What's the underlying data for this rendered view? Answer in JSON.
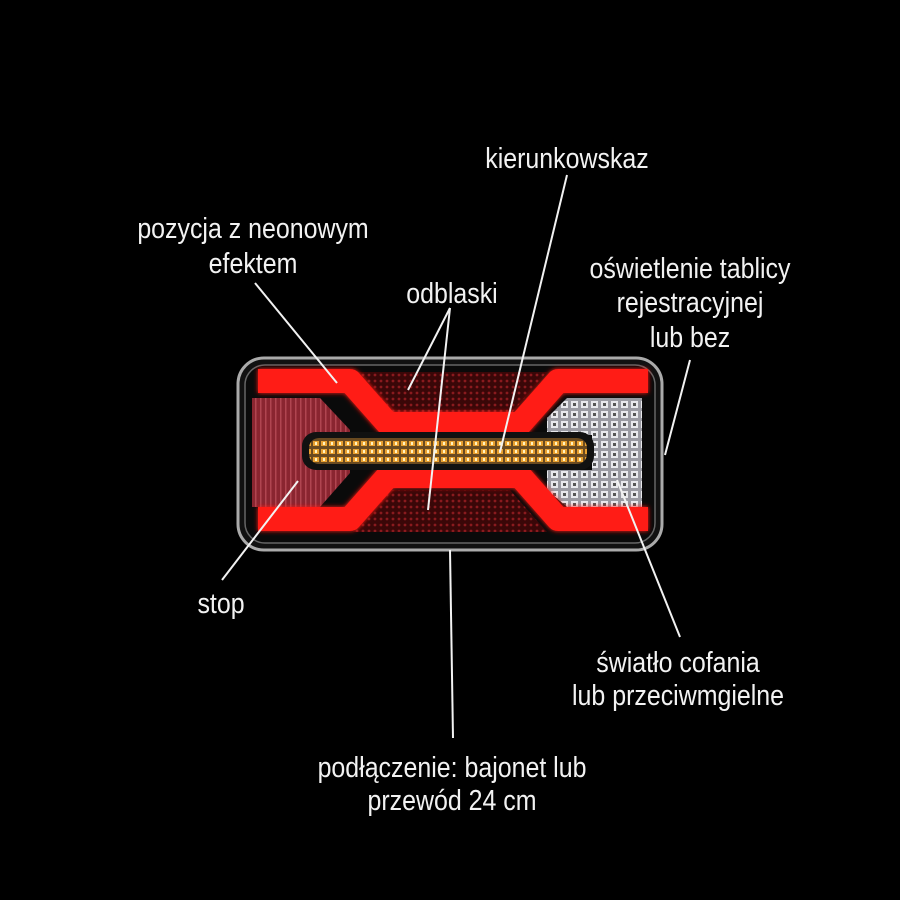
{
  "labels": {
    "position": [
      "pozycja z neonowym",
      "efektem"
    ],
    "reflectors": "odblaski",
    "indicator": "kierunkowskaz",
    "plate_light": [
      "oświetlenie tablicy",
      "rejestracyjnej",
      "lub bez"
    ],
    "stop": "stop",
    "reverse": [
      "światło cofania",
      "lub przeciwmgielne"
    ],
    "connection": [
      "podłączenie: bajonet lub",
      "przewód 24 cm"
    ]
  },
  "colors": {
    "background": "#000000",
    "neon_red": "#ff1a12",
    "amber": "#e8a030",
    "lens_red": "#7a1a22",
    "white_lens": "#d8d8dc"
  }
}
